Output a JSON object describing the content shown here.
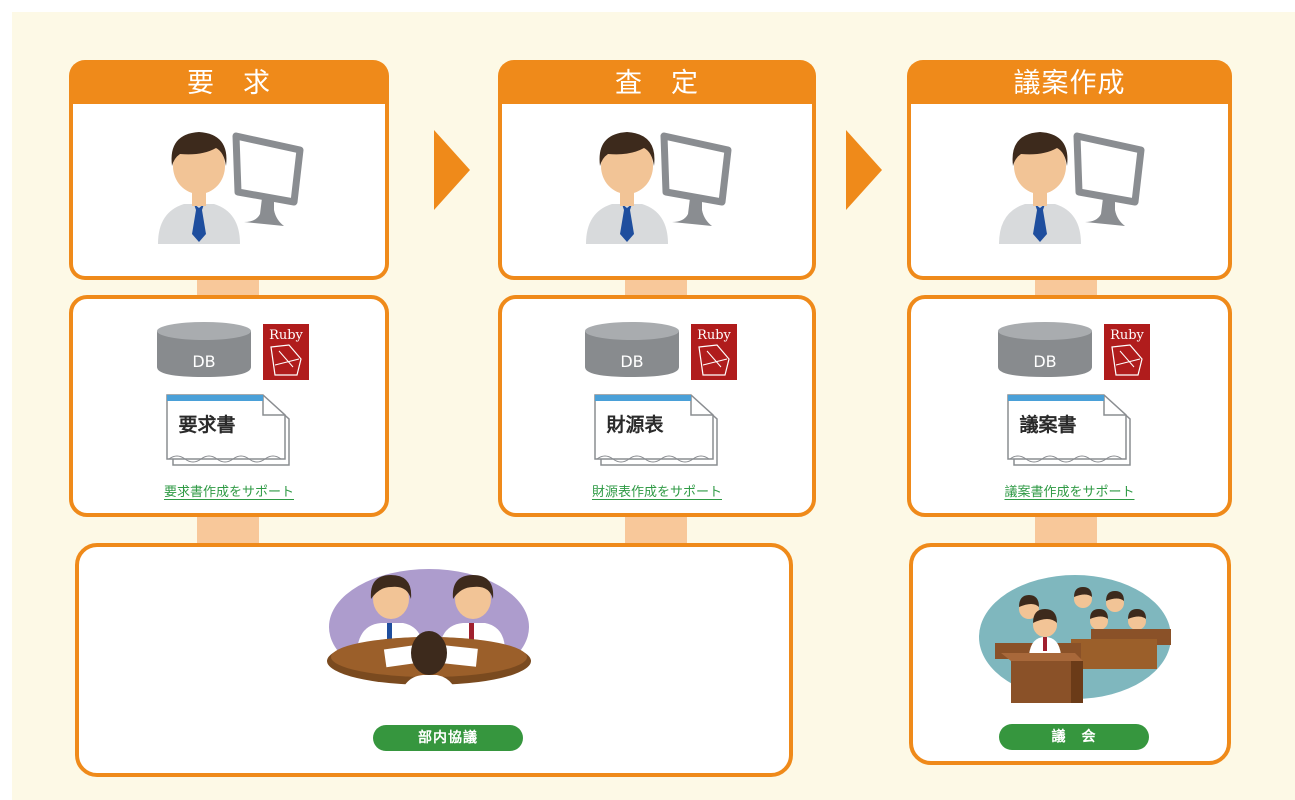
{
  "steps": [
    {
      "title": "要　求",
      "document": "要求書",
      "support_link": "要求書作成をサポート"
    },
    {
      "title": "査　定",
      "document": "財源表",
      "support_link": "財源表作成をサポート"
    },
    {
      "title": "議案作成",
      "document": "議案書",
      "support_link": "議案書作成をサポート"
    }
  ],
  "db_label": "DB",
  "ruby_label": "Ruby",
  "meetings": {
    "internal": {
      "label": "部内協議"
    },
    "assembly": {
      "label": "議　会"
    }
  },
  "colors": {
    "accent_orange": "#ef8a1a",
    "connector": "#f8c89a",
    "green": "#36963e",
    "background": "#fdf9e6"
  },
  "icons": [
    "person-at-computer-icon",
    "database-icon",
    "ruby-logo-icon",
    "document-icon",
    "step-arrow-icon",
    "meeting-icon",
    "assembly-icon"
  ]
}
